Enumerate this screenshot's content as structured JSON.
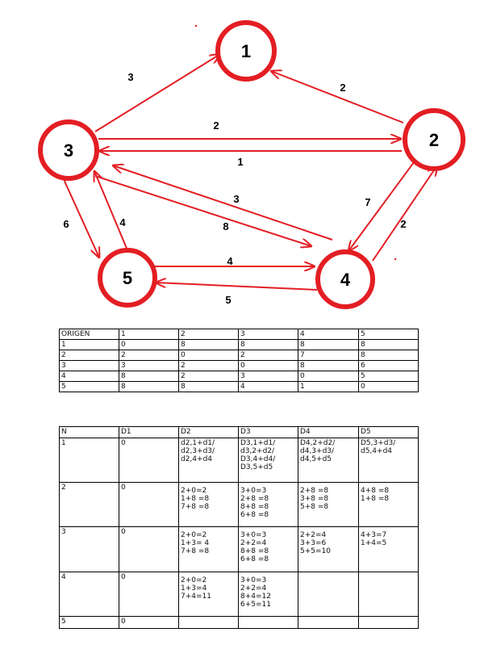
{
  "graph": {
    "nodes": [
      {
        "id": "1",
        "label": "1"
      },
      {
        "id": "2",
        "label": "2"
      },
      {
        "id": "3",
        "label": "3"
      },
      {
        "id": "4",
        "label": "4"
      },
      {
        "id": "5",
        "label": "5"
      }
    ],
    "edges": [
      {
        "from": "3",
        "to": "1",
        "weight": "3"
      },
      {
        "from": "2",
        "to": "1",
        "weight": "2"
      },
      {
        "from": "3",
        "to": "2",
        "weight": "2"
      },
      {
        "from": "2",
        "to": "3",
        "weight": "1"
      },
      {
        "from": "4",
        "to": "3",
        "weight": "3"
      },
      {
        "from": "3",
        "to": "4",
        "weight": "8"
      },
      {
        "from": "2",
        "to": "4",
        "weight": "7"
      },
      {
        "from": "4",
        "to": "2",
        "weight": "2"
      },
      {
        "from": "3",
        "to": "5",
        "weight": "6"
      },
      {
        "from": "5",
        "to": "3",
        "weight": "4"
      },
      {
        "from": "5",
        "to": "4",
        "weight": "4"
      },
      {
        "from": "4",
        "to": "5",
        "weight": "5"
      }
    ],
    "colors": {
      "stroke": "#e31e24"
    }
  },
  "origin_table": {
    "header": [
      "ORIGEN",
      "1",
      "2",
      "3",
      "4",
      "5"
    ],
    "rows": [
      [
        "1",
        "0",
        "8",
        "8",
        "8",
        "8"
      ],
      [
        "2",
        "2",
        "0",
        "2",
        "7",
        "8"
      ],
      [
        "3",
        "3",
        "2",
        "0",
        "8",
        "6"
      ],
      [
        "4",
        "8",
        "2",
        "3",
        "0",
        "5"
      ],
      [
        "5",
        "8",
        "8",
        "4",
        "1",
        "0"
      ]
    ]
  },
  "steps_table": {
    "header": [
      "N",
      "D1",
      "D2",
      "D3",
      "D4",
      "D5"
    ],
    "rows": [
      [
        [
          "1"
        ],
        [
          "0"
        ],
        [
          "d2,1+d1/",
          "d2,3+d3/",
          "d2,4+d4"
        ],
        [
          "D3,1+d1/",
          "d3,2+d2/",
          "D3,4+d4/",
          "D3,5+d5"
        ],
        [
          "D4,2+d2/",
          "d4,3+d3/",
          "d4,5+d5"
        ],
        [
          "D5,3+d3/",
          "d5,4+d4"
        ]
      ],
      [
        [
          "2"
        ],
        [
          "0"
        ],
        [
          "2+0=2",
          "1+8 =8",
          "7+8 =8"
        ],
        [
          "3+0=3",
          "2+8 =8",
          "8+8 =8",
          "6+8 =8"
        ],
        [
          "2+8 =8",
          "3+8 =8",
          "5+8 =8"
        ],
        [
          "4+8 =8",
          "1+8 =8"
        ]
      ],
      [
        [
          "3"
        ],
        [
          "0"
        ],
        [
          "2+0=2",
          "1+3= 4",
          "7+8 =8"
        ],
        [
          "3+0=3",
          "2+2=4",
          "8+8 =8",
          "6+8 =8"
        ],
        [
          "2+2=4",
          "3+3=6",
          "5+5=10"
        ],
        [
          "4+3=7",
          "1+4=5"
        ]
      ],
      [
        [
          "4"
        ],
        [
          "0"
        ],
        [
          "2+0=2",
          "1+3=4",
          "7+4=11"
        ],
        [
          "3+0=3",
          "2+2=4",
          "8+4=12",
          "6+5=11"
        ],
        [],
        []
      ],
      [
        [
          "5"
        ],
        [
          "0"
        ],
        [],
        [],
        [],
        []
      ]
    ]
  }
}
